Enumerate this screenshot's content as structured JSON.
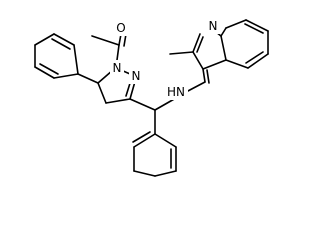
{
  "molecule": {
    "atom_labels": {
      "pyrazoline_n1": "N",
      "pyrazoline_n2": "N",
      "acetyl_o": "O",
      "amine_nh": "HN",
      "indole_n": "N"
    }
  }
}
